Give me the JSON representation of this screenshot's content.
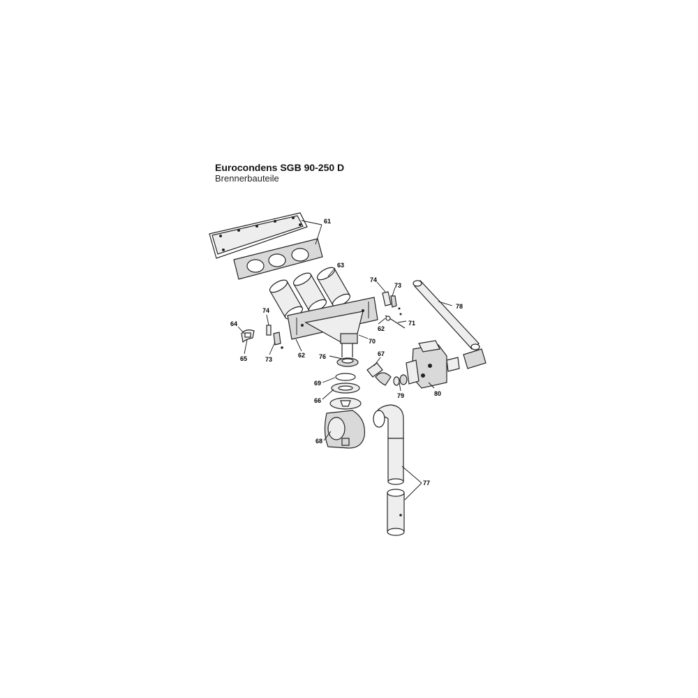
{
  "header": {
    "title": "Eurocondens SGB 90-250 D",
    "subtitle": "Brennerbauteile"
  },
  "callouts": [
    "61",
    "63",
    "74",
    "73",
    "78",
    "62",
    "71",
    "74",
    "64",
    "70",
    "76",
    "67",
    "62",
    "65",
    "73",
    "69",
    "79",
    "80",
    "66",
    "68",
    "77"
  ]
}
